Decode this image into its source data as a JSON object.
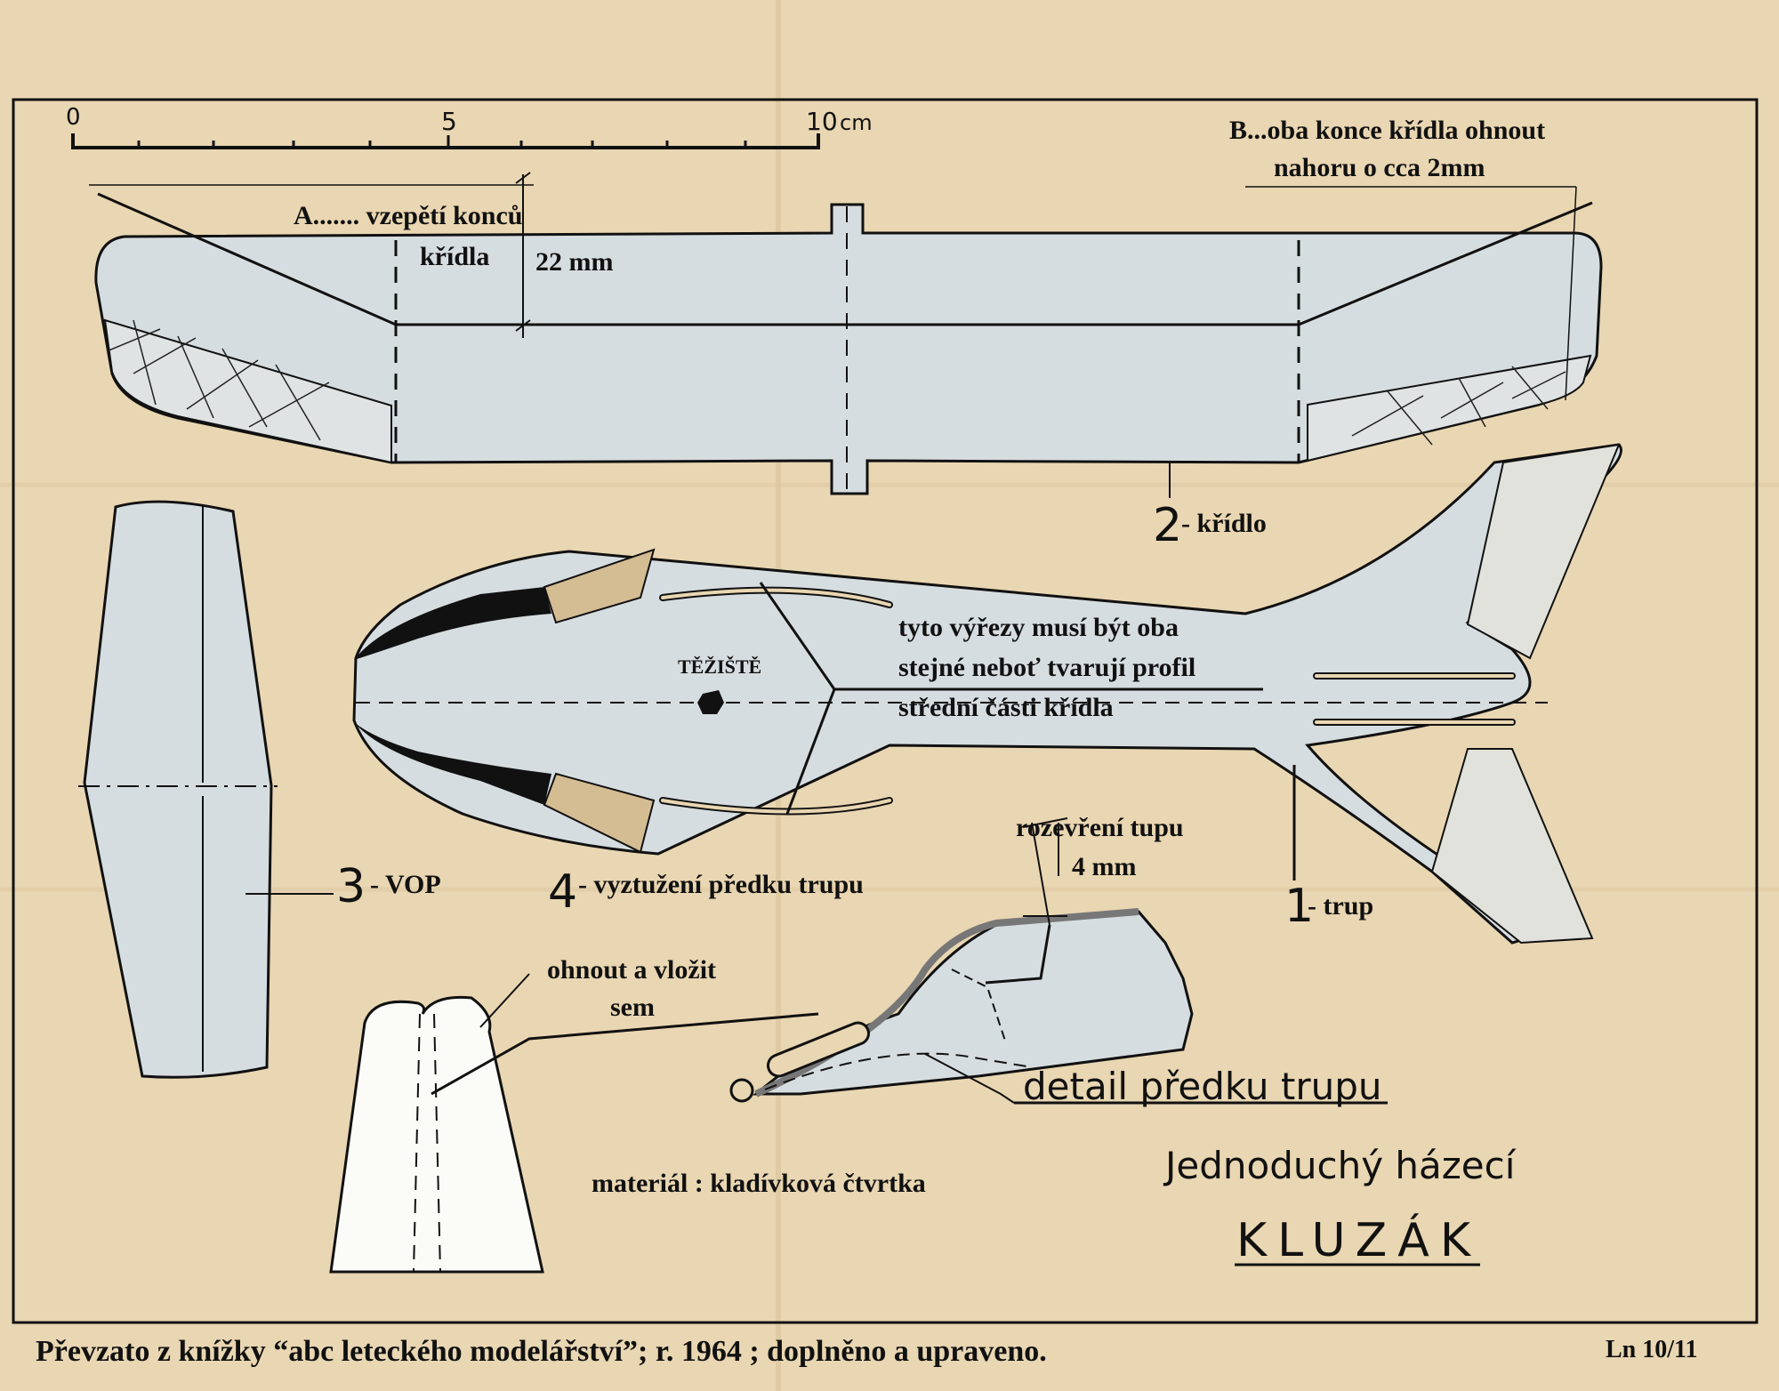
{
  "scale": {
    "tick_0": "0",
    "tick_5": "5",
    "tick_10": "10",
    "unit": "cm"
  },
  "annotations": {
    "a_line1": "A....... vzepětí konců",
    "a_line2": "křídla",
    "a_dim": "22 mm",
    "b_line1": "B...oba konce křídla ohnout",
    "b_line2": "nahoru o cca 2mm",
    "cutouts_line1": "tyto výřezy musí být oba",
    "cutouts_line2": "stejné neboť tvarují profil",
    "cutouts_line3": "střední části křídla",
    "cg": "TĚŽIŠTĚ",
    "opening_line1": "rozevření tupu",
    "opening_line2": "4 mm",
    "bend_line1": "ohnout a vložit",
    "bend_line2": "sem",
    "material": "materiál : kladívková čtvrtka"
  },
  "parts": {
    "p1_num": "1",
    "p1_name": "- trup",
    "p2_num": "2",
    "p2_name": "- křídlo",
    "p3_num": "3",
    "p3_name": "- VOP",
    "p4_num": "4",
    "p4_name": "- vyztužení předku trupu"
  },
  "detail_label": "detail předku trupu",
  "title": {
    "line1": "Jednoduchý házecí",
    "line2": "KLUZÁK"
  },
  "footer": {
    "source": "Převzato z knížky “abc leteckého modelářství”; r. 1964 ; doplněno a upraveno.",
    "code": "Ln 10/11"
  },
  "colors": {
    "paper": "#e9d6b2",
    "part_fill": "#d6dde0",
    "white_part": "#fbfbf7",
    "ink": "#111111",
    "speckle": "#cdb58f"
  }
}
